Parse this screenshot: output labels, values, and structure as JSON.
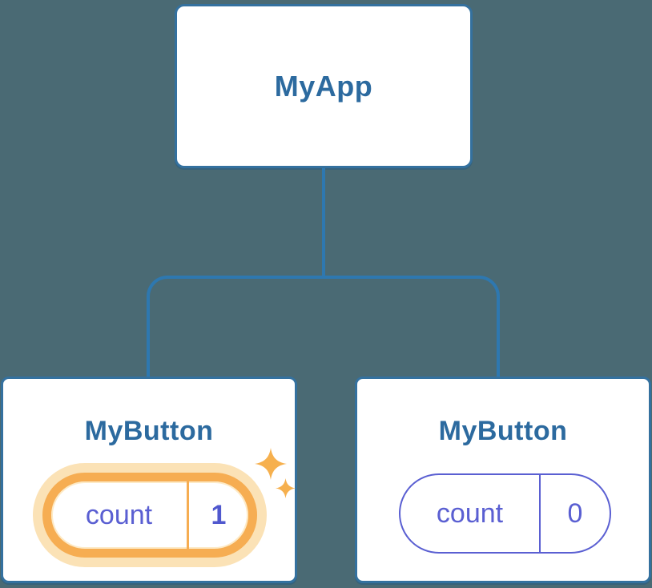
{
  "colors": {
    "background": "#4a6a74",
    "connector_blue": "#2e78b0",
    "card_border_blue": "#34719f",
    "label_blue": "#2c6a9f",
    "state_purple": "#5a5fd2",
    "highlight_orange": "#f6ad52",
    "highlight_glow": "#fbe2b6",
    "sparkle_orange": "#f6b04e",
    "card_background": "#ffffff"
  },
  "tree": {
    "root": {
      "label": "MyApp"
    },
    "children": [
      {
        "label": "MyButton",
        "state": {
          "name": "count",
          "value": "1",
          "highlighted": true
        }
      },
      {
        "label": "MyButton",
        "state": {
          "name": "count",
          "value": "0",
          "highlighted": false
        }
      }
    ]
  },
  "icons": {
    "sparkle_large": "sparkle-icon",
    "sparkle_small": "sparkle-icon"
  }
}
